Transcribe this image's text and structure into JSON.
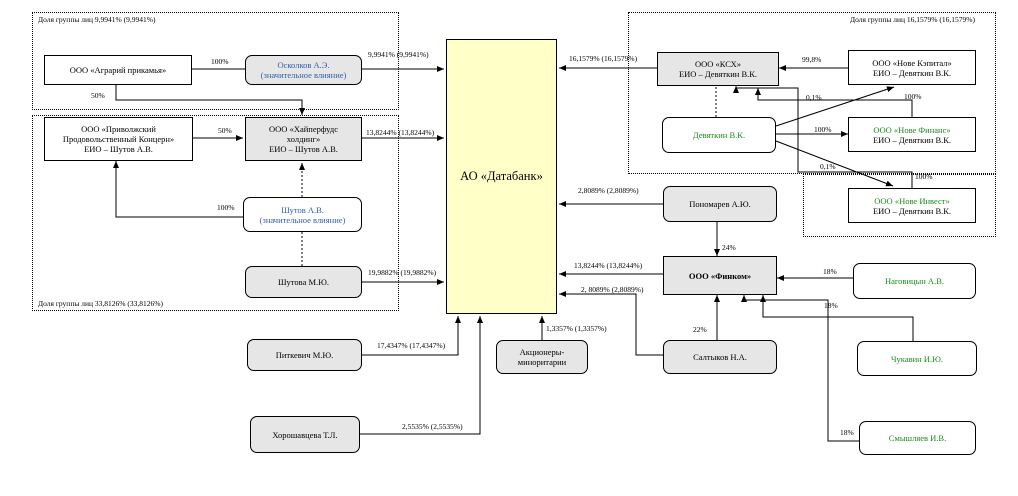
{
  "diagram": {
    "main": "АО «Датабанк»",
    "groups": {
      "top_left": "Доля группы лиц 9,9941% (9,9941%)",
      "bottom_left": "Доля группы лиц 33,8126% (33,8126%)",
      "top_right": "Доля группы лиц 16,1579% (16,1579%)"
    },
    "nodes": {
      "agrariy": [
        "ООО «Аграрий прикамья»"
      ],
      "oskolkov": [
        "Осколков А.Э.",
        "(значительное влияние)"
      ],
      "privolzh": [
        "ООО «Приволжский",
        "Продовольственный Концерн»",
        "ЕИО – Шутов А.В."
      ],
      "hyperfuds": [
        "ООО «Хайперфудс",
        "холдинг»",
        "ЕИО – Шутов А.В."
      ],
      "shutov": [
        "Шутов А.В.",
        "(значительное влияние)"
      ],
      "shutova": [
        "Шутова М.Ю."
      ],
      "pitkevich": [
        "Питкевич М.Ю."
      ],
      "khoroshavtseva": [
        "Хорошавцева Т.Л."
      ],
      "minority": [
        "Акционеры-",
        "миноритарии"
      ],
      "ksh": [
        "ООО «КСХ»",
        "ЕИО – Девяткин В.К."
      ],
      "nove_capital": [
        "ООО «Нове Кэпитал»",
        "ЕИО – Девяткин В.К."
      ],
      "devyatkin": [
        "Девяткин В.К."
      ],
      "nove_finance": [
        "ООО «Нове Финанс»",
        "ЕИО – Девяткин В.К."
      ],
      "nove_invest": [
        "ООО «Нове Инвест»",
        "ЕИО – Девяткин В.К."
      ],
      "ponomarev": [
        "Пономарев А.Ю."
      ],
      "finkom": [
        "ООО «Финком»"
      ],
      "nagovitsyn": [
        "Наговицын А.В."
      ],
      "saltykov": [
        "Салтыков Н.А."
      ],
      "chukavin": [
        "Чукавин И.Ю."
      ],
      "smyshlyaev": [
        "Смышляев И.В."
      ]
    },
    "labels": {
      "agr_osk": "100%",
      "osk_main": "9,9941% (9,9941%)",
      "agr_hyp": "50%",
      "priv_hyp": "50%",
      "hyp_main": "13,8244% (13,8244%)",
      "shutov_priv": "100%",
      "shutova_main": "19,9882% (19,9882%)",
      "pitkevich_main": "17,4347% (17,4347%)",
      "minority_main": "1,3357% (1,3357%)",
      "khor_main": "2,5535% (2,5535%)",
      "ksh_main": "16,1579% (16,1579%)",
      "capital_ksh": "99,8%",
      "cap_dev": "0,1%",
      "fin_dev": "100%",
      "fin_dev2": "100%",
      "inv_dev": "0,1%",
      "inv_dev2": "100%",
      "ponomarev_main": "2,8089% (2,8089%)",
      "ponomarev_finkom": "24%",
      "finkom_main": "13,8244% (13,8244%)",
      "saltykov_main": "2, 8089% (2,8089%)",
      "saltykov_finkom": "22%",
      "nagovitsyn_finkom": "18%",
      "chukavin_finkom": "18%",
      "smyshlyaev_finkom": "18%"
    }
  }
}
